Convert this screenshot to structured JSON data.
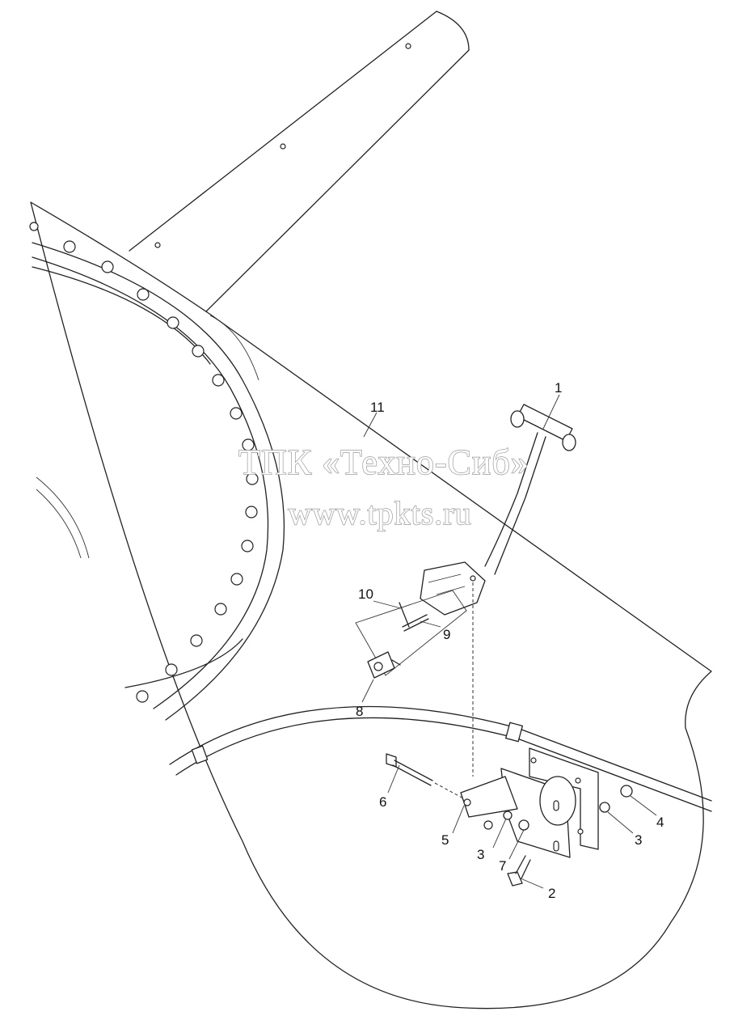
{
  "watermark": {
    "line1": "ТПК «Техно-Сиб»",
    "line2": "www.tpkts.ru"
  },
  "callouts": [
    {
      "id": "c1",
      "label": "1"
    },
    {
      "id": "c2",
      "label": "2"
    },
    {
      "id": "c3a",
      "label": "3"
    },
    {
      "id": "c3b",
      "label": "3"
    },
    {
      "id": "c4",
      "label": "4"
    },
    {
      "id": "c5",
      "label": "5"
    },
    {
      "id": "c6",
      "label": "6"
    },
    {
      "id": "c7",
      "label": "7"
    },
    {
      "id": "c8",
      "label": "8"
    },
    {
      "id": "c9",
      "label": "9"
    },
    {
      "id": "c10",
      "label": "10"
    },
    {
      "id": "c11",
      "label": "11"
    }
  ]
}
